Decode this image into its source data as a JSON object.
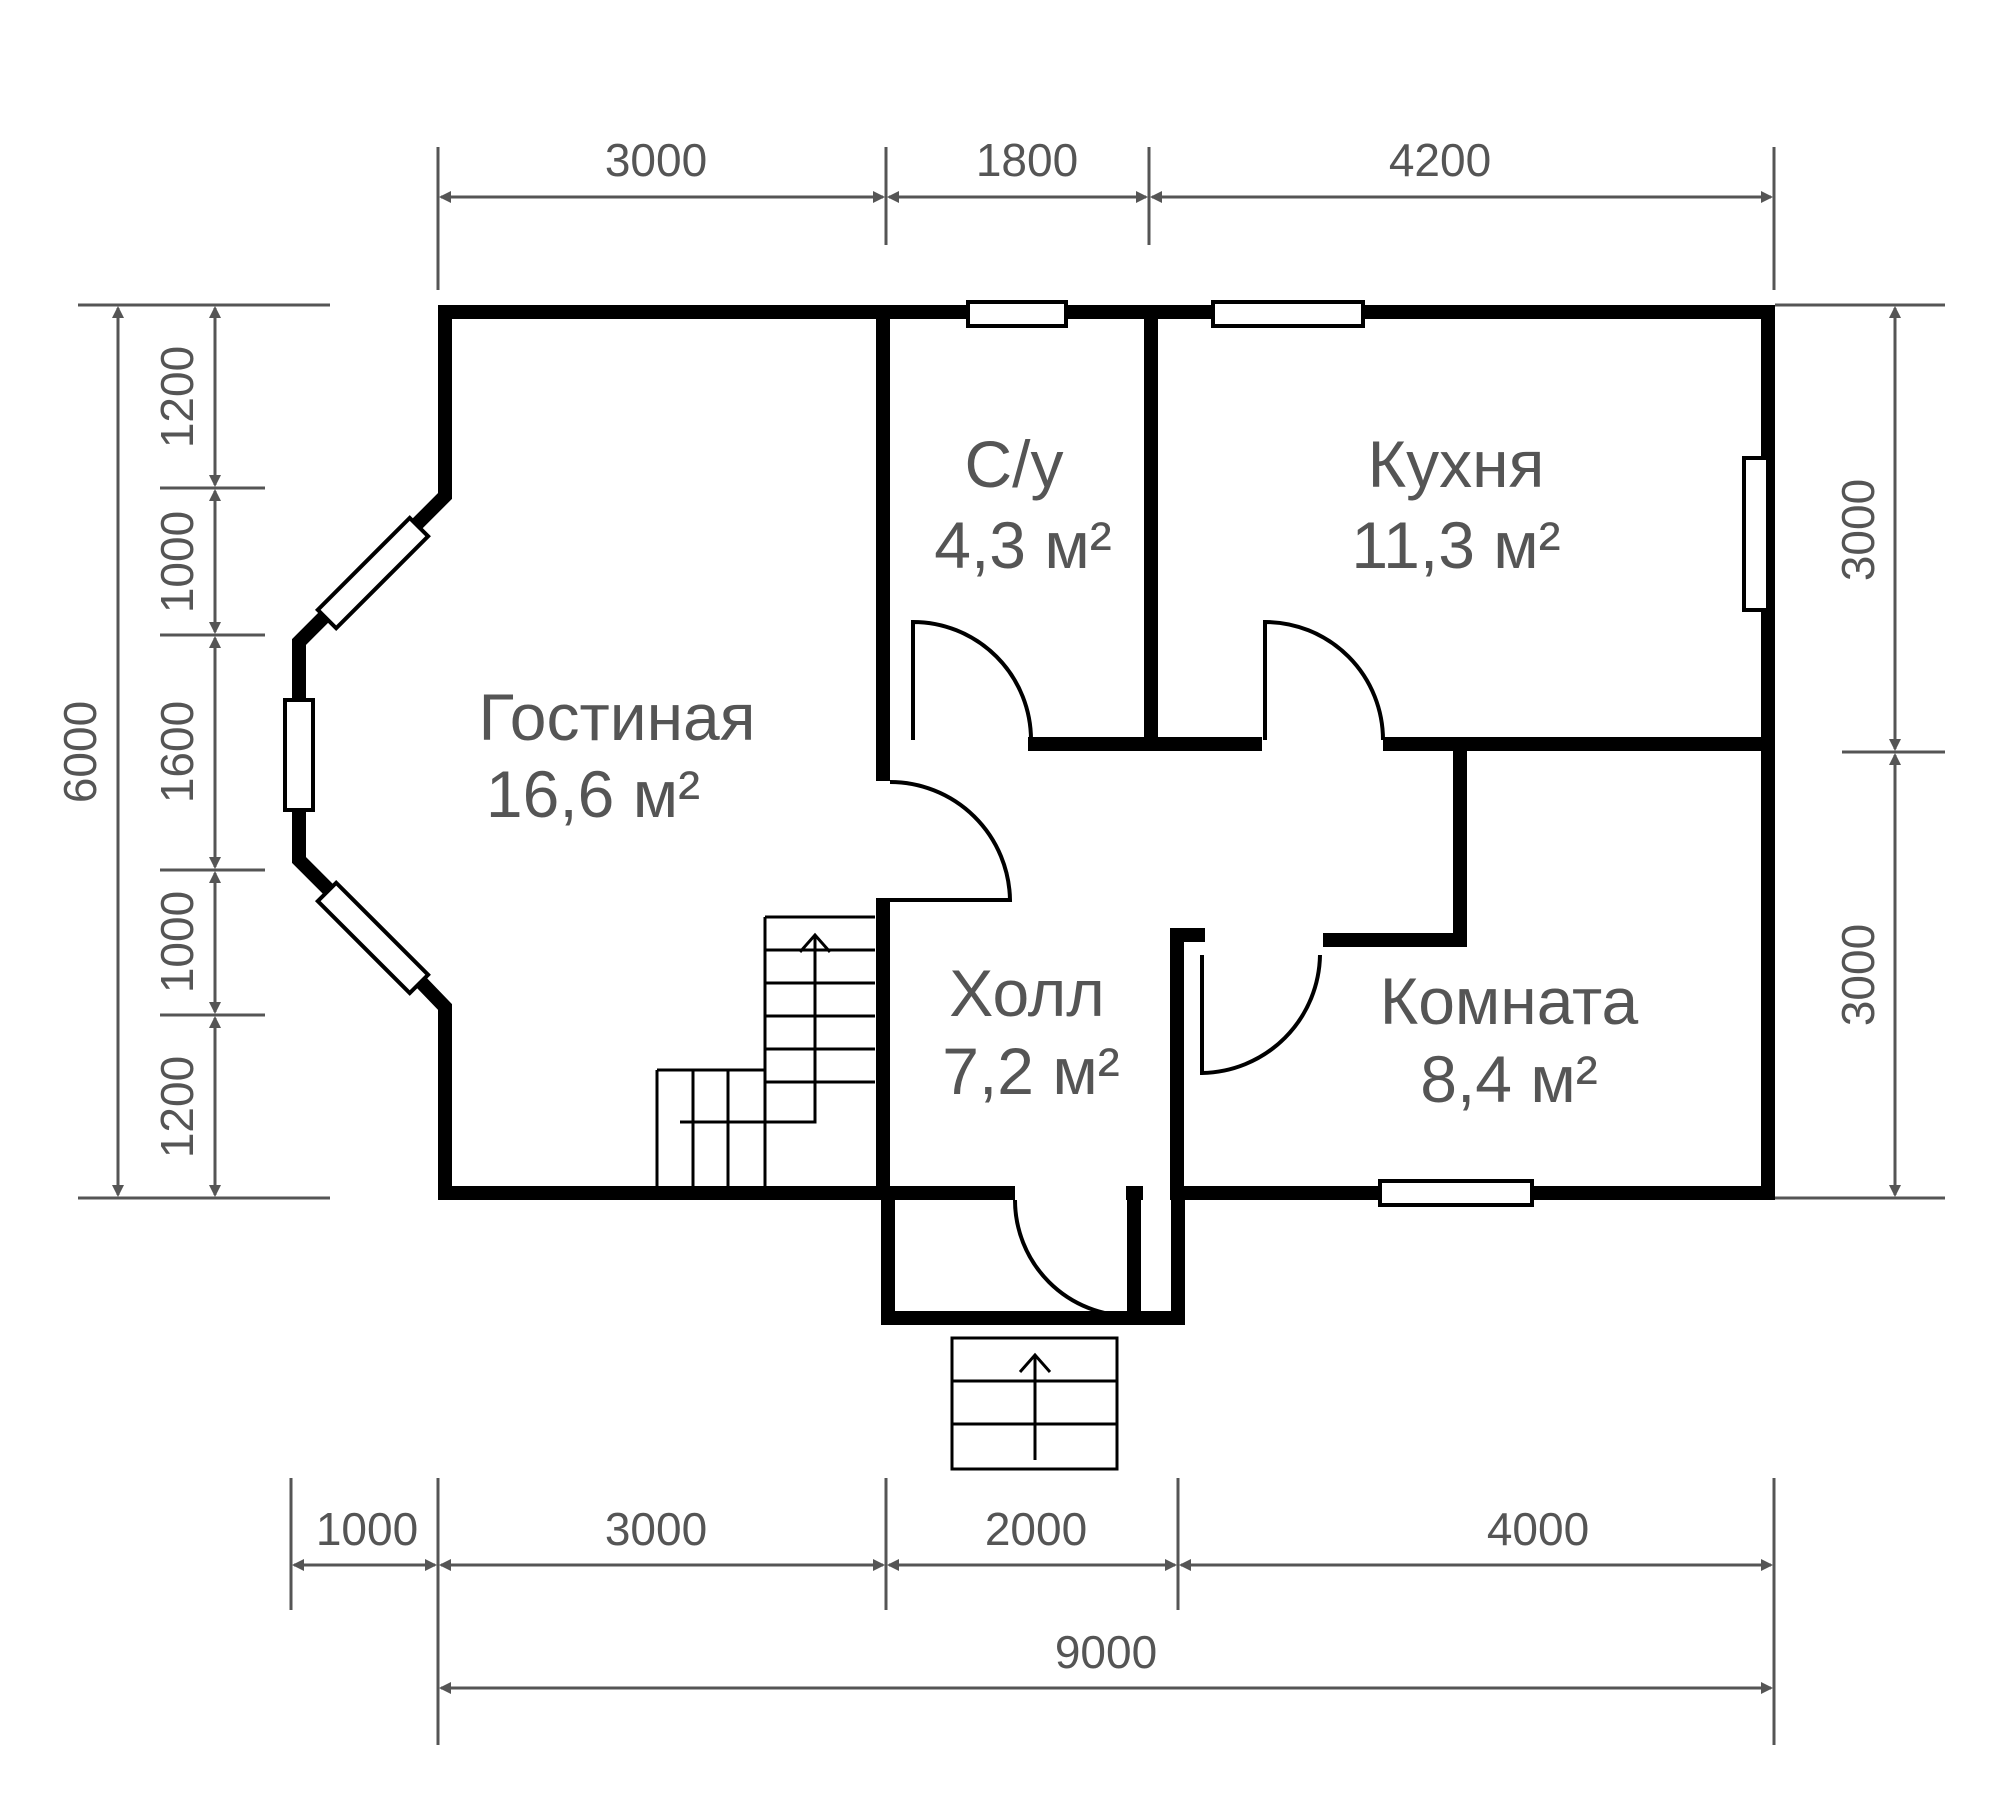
{
  "rooms": {
    "living": {
      "name": "Гостиная",
      "area": "16,6 м²"
    },
    "bath": {
      "name": "С/у",
      "area": "4,3 м²"
    },
    "kitchen": {
      "name": "Кухня",
      "area": "11,3 м²"
    },
    "hall": {
      "name": "Холл",
      "area": "7,2 м²"
    },
    "room": {
      "name": "Комната",
      "area": "8,4 м²"
    }
  },
  "dimensions": {
    "top": [
      "3000",
      "1800",
      "4200"
    ],
    "bottom": [
      "1000",
      "3000",
      "2000",
      "4000"
    ],
    "total_width": "9000",
    "left_total": "6000",
    "left": [
      "1200",
      "1000",
      "1600",
      "1000",
      "1200"
    ],
    "right": [
      "3000",
      "3000"
    ]
  },
  "colors": {
    "wall": "#000000",
    "dimension": "#555555",
    "background": "#ffffff"
  }
}
